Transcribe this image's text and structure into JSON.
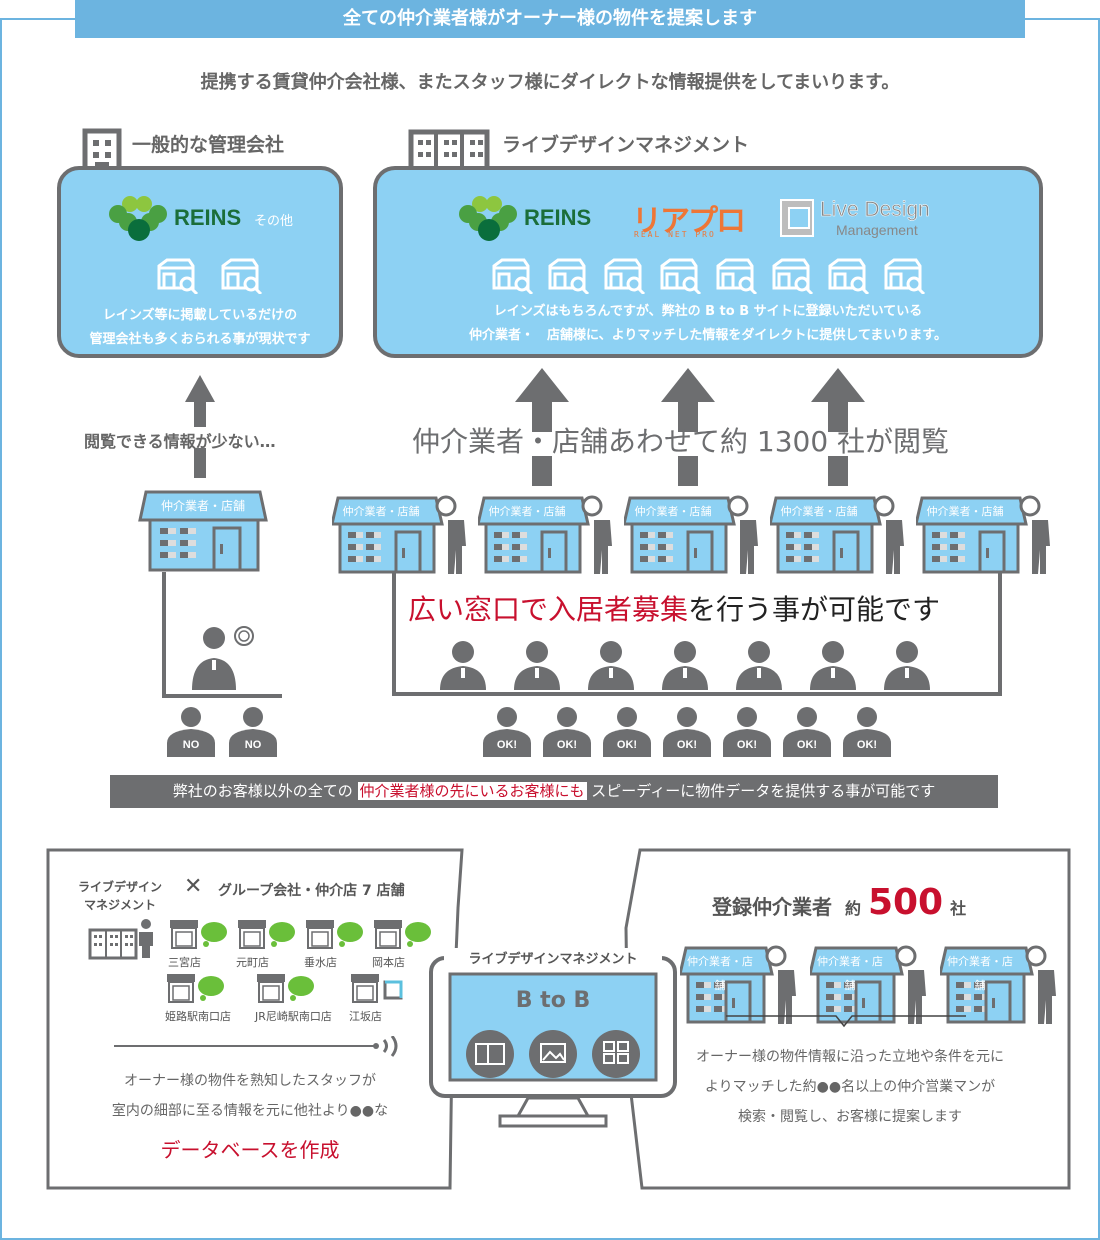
{
  "header": {
    "title": "全ての仲介業者様がオーナー様の物件を提案します",
    "subtitle": "提携する賃貸仲介会社様、またスタッフ様にダイレクトな情報提供をしてまいります。"
  },
  "left_panel": {
    "heading": "一般的な管理会社",
    "logo": "REINS",
    "logo_suffix": "その他",
    "icon_count": 2,
    "text_lines": [
      "レインズ等に掲載しているだけの",
      "管理会社も多くおられる事が現状です"
    ]
  },
  "right_panel": {
    "heading": "ライブデザインマネジメント",
    "logos": {
      "reins": "REINS",
      "realnetpro_main": "リアプロ",
      "realnetpro_sub": "REAL NET PRO",
      "livedesign_main": "Live Design",
      "livedesign_sub": "Management"
    },
    "icon_count": 8,
    "text_lines": [
      "レインズはもちろんですが、弊社の B to B サイトに登録いただいている",
      "仲介業者・　店舗様に、よりマッチした情報をダイレクトに提供してまいります。"
    ]
  },
  "flow": {
    "left_caption": "閲覧できる情報が少ない…",
    "right_caption": "仲介業者・店舗あわせて約 1300 社が閲覧",
    "shop_label": "仲介業者・店舗",
    "right_shop_count": 5,
    "highlight_red": "広い窓口で入居者募集",
    "highlight_black": "を行う事が可能です",
    "staff_count": 7,
    "customers_left": [
      "NO",
      "NO"
    ],
    "customers_right": [
      "OK!",
      "OK!",
      "OK!",
      "OK!",
      "OK!",
      "OK!",
      "OK!"
    ]
  },
  "banner": {
    "part1": "弊社のお客様以外の全ての ",
    "highlight": "仲介業者様の先にいるお客様にも",
    "part2": " スピーディーに物件データを提供する事が可能です"
  },
  "bottom_left": {
    "company_line1": "ライブデザイン",
    "company_line2": "マネジメント",
    "cross": "✕",
    "group_label": "グループ会社・仲介店 7 店舗",
    "stores_row1": [
      "三宮店",
      "元町店",
      "垂水店",
      "岡本店"
    ],
    "stores_row2": [
      "姫路駅南口店",
      "JR尼崎駅南口店",
      "江坂店"
    ],
    "text_lines": [
      "オーナー様の物件を熟知したスタッフが",
      "室内の細部に至る情報を元に他社より●●な"
    ],
    "text_red": "データベースを作成"
  },
  "monitor": {
    "brand": "ライブデザインマネジメント",
    "screen_title": "B to B"
  },
  "bottom_right": {
    "heading_prefix": "登録仲介業者",
    "heading_approx": "約",
    "heading_number": "500",
    "heading_suffix": "社",
    "shop_label": "仲介業者・店舗",
    "text_lines": [
      "オーナー様の物件情報に沿った立地や条件を元に",
      "よりマッチした約●●名以上の仲介営業マンが",
      "検索・閲覧し、お客様に提案します"
    ]
  },
  "colors": {
    "accent_blue": "#6cb4e0",
    "panel_blue": "#8dd1f3",
    "dark_gray": "#6d6e70",
    "red": "#c8102e",
    "green": "#6abf3a"
  }
}
